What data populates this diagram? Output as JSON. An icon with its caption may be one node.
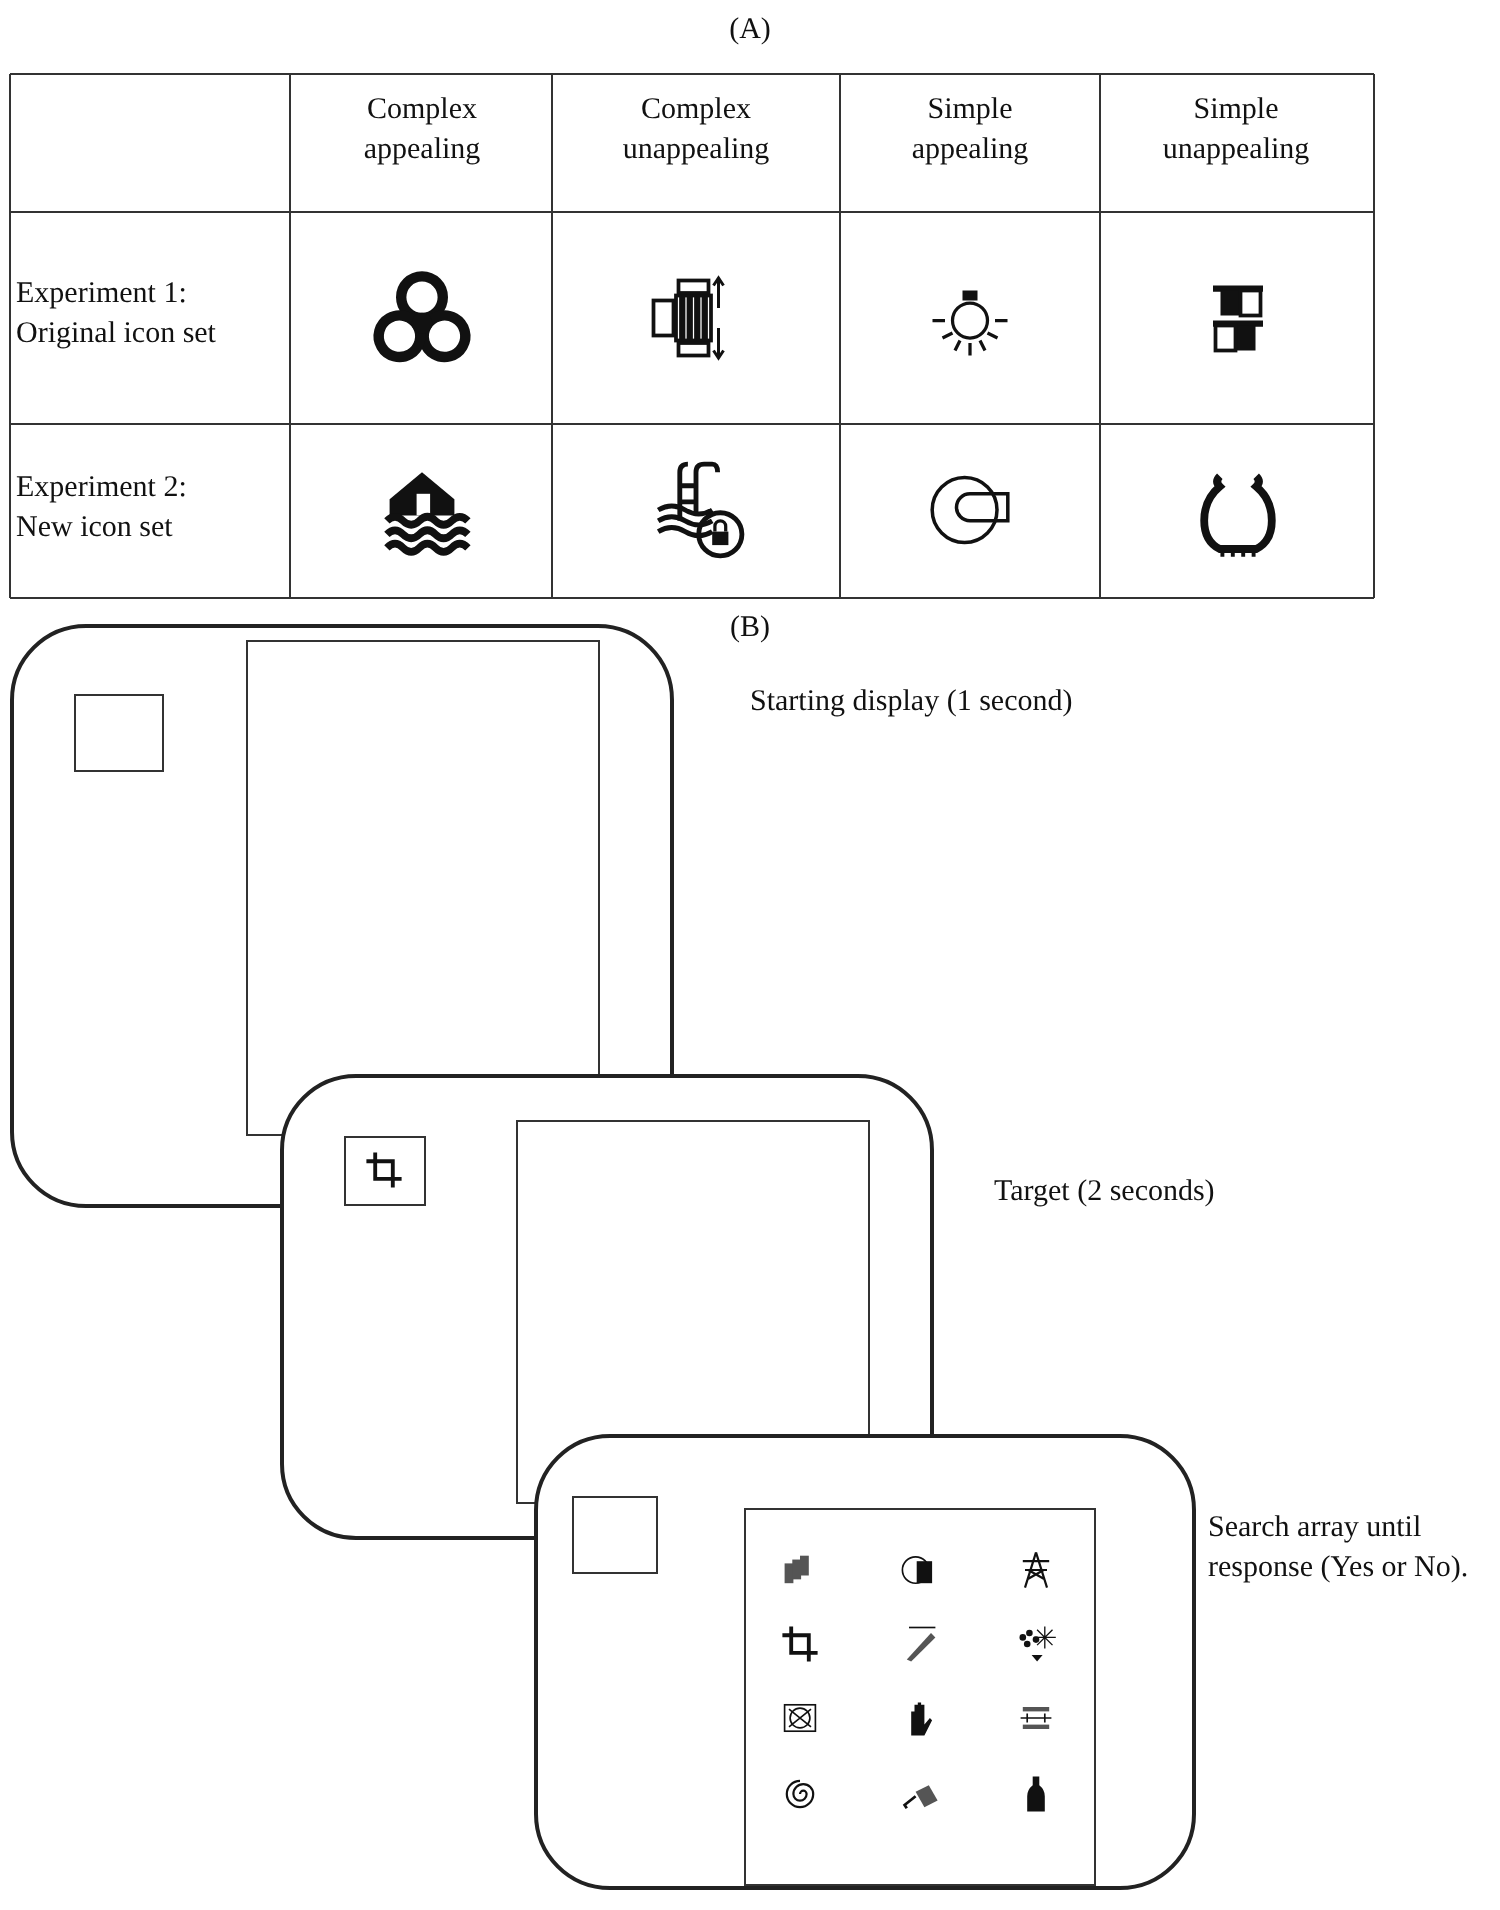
{
  "diagram": {
    "nodes": [
      {
        "text": [],
        "shape": "box",
        "beside": [
          "Starting display (1 second)"
        ]
      },
      {
        "text": [],
        "shape": "box",
        "in": 0
      },
      {
        "text": [],
        "shape": "box",
        "in": 0
      },
      {
        "text": [],
        "shape": "box",
        "beside": [
          "Target (2 seconds)"
        ]
      },
      {
        "text": [],
        "shape": "box"
      },
      {
        "text": [],
        "shape": "box",
        "in": 3
      },
      {
        "text": [],
        "shape": "box",
        "beside": [
          "Search array until response (Yes or No)."
        ]
      },
      {
        "text": [],
        "shape": "box",
        "in": 6
      },
      {
        "text": [],
        "shape": "box",
        "in": 6
      }
    ],
    "labels": [
      "(A)",
      "Complex appealing",
      "Complex unappealing",
      "Simple appealing",
      "Simple unappealing",
      "Experiment 1: Original icon set",
      "Experiment 2: New icon set",
      "(B)"
    ]
  }
}
